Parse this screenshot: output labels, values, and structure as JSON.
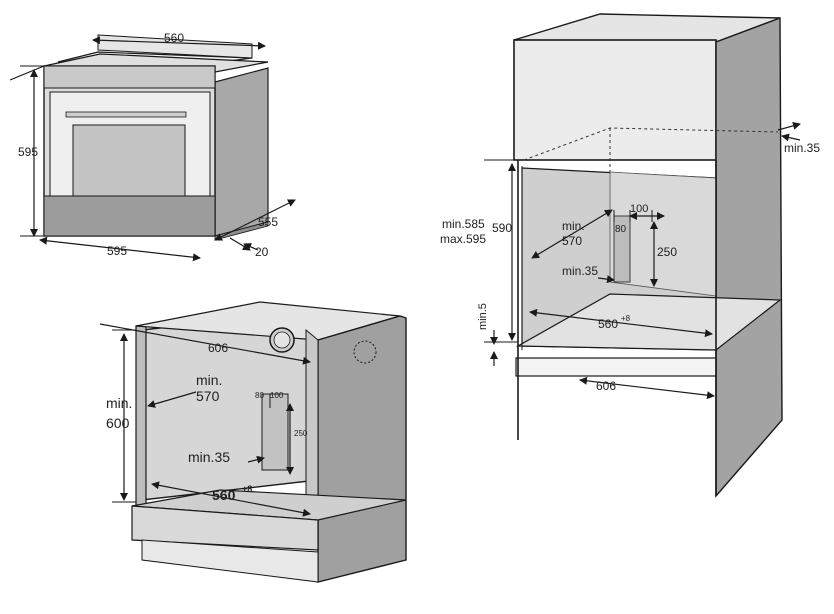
{
  "oven": {
    "width_top": "560",
    "height": "595",
    "width_bottom": "595",
    "depth": "555",
    "door": "20"
  },
  "base_cabinet": {
    "depth": "606",
    "min_label": "min.",
    "width_label": "570",
    "height_min": "min.",
    "height_val": "600",
    "cutout_80": "80",
    "cutout_100": "100",
    "cutout_250": "250",
    "min35": "min.35",
    "inner_width": "560",
    "inner_tol": "+8"
  },
  "tall_cabinet": {
    "min35_top": "min.35",
    "min585": "min.585",
    "max595": "max.595",
    "h590": "590",
    "min5": "min.5",
    "min_label": "min.",
    "width_label": "570",
    "cutout_100": "100",
    "cutout_80": "80",
    "cutout_250": "250",
    "min35": "min.35",
    "inner_width": "560",
    "inner_tol": "+8",
    "depth": "606"
  }
}
